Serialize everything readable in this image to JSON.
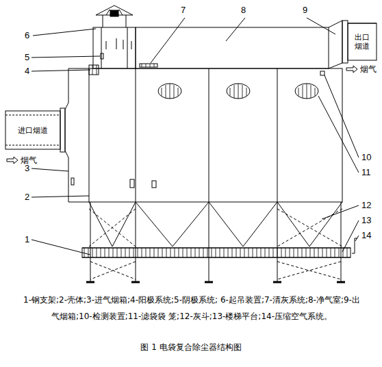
{
  "diagram": {
    "caption": "图 1 电袋复合除尘器结构图",
    "nodes": [
      {
        "text": [
          "进口烟道"
        ]
      },
      {
        "text": [
          "出口烟道"
        ]
      }
    ],
    "labels": [
      "1",
      "2",
      "3",
      "4",
      "5",
      "6",
      "7",
      "8",
      "9",
      "10",
      "11",
      "12",
      "13",
      "14",
      "烟气",
      "烟气",
      "1-钢支架;2-壳体;3-进气烟箱;4-阳极系统;5-阴极系统; 6-起吊装置;7-清灰系统;8-净气室;9-出气烟箱;10-检测装置;11-滤袋袋 笼;12-灰斗;13-楼梯平台;14-压缩空气系统。"
    ]
  }
}
